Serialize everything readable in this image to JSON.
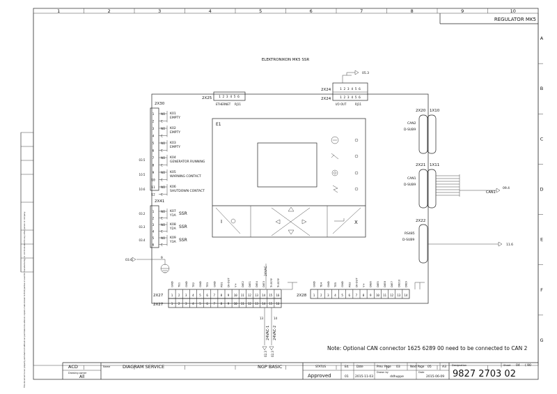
{
  "frame": {
    "columns": [
      "1",
      "2",
      "3",
      "4",
      "5",
      "6",
      "7",
      "8",
      "9",
      "10"
    ],
    "rows": [
      "A",
      "B",
      "C",
      "D",
      "E",
      "F",
      "G"
    ],
    "header_title": "REGULATOR MK5"
  },
  "diagram": {
    "title": "ELEKTRONIKON MK5 SSR",
    "module_label": "E1",
    "ethernet": {
      "label": "2X25",
      "pins": "1 2 3 4 5 6",
      "caption": "ETHERNET",
      "rj": "RJ11"
    },
    "io_out": {
      "label_top": "2X24",
      "label": "2X24",
      "pins": "1 2 3 4 5 6",
      "caption": "I/O OUT",
      "rj": "RJ11",
      "ref": "05.3"
    },
    "x30": {
      "label": "2X30",
      "relays": [
        {
          "pins": [
            "1",
            "2"
          ],
          "no": "NO",
          "c": "C",
          "name": "K01",
          "desc": "EMPTY",
          "ref": ""
        },
        {
          "pins": [
            "3",
            "4"
          ],
          "no": "NO",
          "c": "C",
          "name": "K02",
          "desc": "EMPTY",
          "ref": ""
        },
        {
          "pins": [
            "5",
            "6"
          ],
          "no": "NO",
          "c": "C",
          "name": "K03",
          "desc": "EMPTY",
          "ref": ""
        },
        {
          "pins": [
            "7",
            "8"
          ],
          "no": "NO",
          "c": "C",
          "name": "K04",
          "desc": "GENERATOR RUNNING",
          "ref": "03.5"
        },
        {
          "pins": [
            "9",
            "10"
          ],
          "no": "NO",
          "c": "C",
          "name": "K05",
          "desc": "WARNING CONTACT",
          "ref": "10.5"
        },
        {
          "pins": [
            "11",
            "12"
          ],
          "no": "NO",
          "c": "C",
          "name": "K06",
          "desc": "SHUTDOWN CONTACT",
          "ref": "10.6"
        }
      ]
    },
    "x41": {
      "label": "2X41",
      "relays": [
        {
          "pins": [
            "1",
            "2"
          ],
          "no": "NO",
          "c": "C",
          "name": "K07",
          "desc": "Y1A",
          "ssr": "SSR",
          "ref": "03.2"
        },
        {
          "pins": [
            "3",
            "4"
          ],
          "no": "NO",
          "c": "C",
          "name": "K08",
          "desc": "Y2A",
          "ssr": "SSR",
          "ref": "03.3"
        },
        {
          "pins": [
            "5",
            "6"
          ],
          "no": "NO",
          "c": "C",
          "name": "K09",
          "desc": "Y3A",
          "ssr": "SSR",
          "ref": "03.4"
        }
      ],
      "ground_pin": "9",
      "ground_ref": "03.6"
    },
    "x20": {
      "label": "2X20",
      "conn": "1X10",
      "line1": "CAN2",
      "line2": "D-SUB9"
    },
    "x21": {
      "label": "2X21",
      "conn": "1X11",
      "line1": "CAN1",
      "line2": "D-SUB9",
      "net": "CAN1",
      "ref": "09.4"
    },
    "x22": {
      "label": "2X22",
      "line1": "RS485",
      "line2": "D-SUB9",
      "ref": "11.6"
    },
    "x27": {
      "label": "2X27",
      "label2": "2X27",
      "signals": [
        "GND",
        "TE1",
        "GND",
        "TE2",
        "GND",
        "TE3",
        "GND",
        "PD1",
        "DI-OUT",
        "V+",
        "DIE2",
        "DIE1",
        "DIE4",
        "DIE3",
        "Supply",
        "Supply"
      ],
      "pins": [
        "1",
        "2",
        "3",
        "4",
        "5",
        "6",
        "7",
        "8",
        "9",
        "10",
        "11",
        "12",
        "13",
        "14",
        "15",
        "16"
      ],
      "supply_caption": "24VAC",
      "wire15": "13",
      "wire16": "14",
      "net15": "24VAC-1",
      "net16": "24VAC-2",
      "ref15": "02.3",
      "ref16": "02.3"
    },
    "x28": {
      "label": "2X28",
      "signals": [
        "GND",
        "TE4",
        "GND",
        "TE5",
        "GND",
        "PD2",
        "DI-OUT",
        "V+",
        "DIE6",
        "DIE5",
        "DIE8",
        "DIE7",
        "DIE10",
        "DIE9"
      ],
      "pins": [
        "1",
        "2",
        "3",
        "4",
        "5",
        "6",
        "7",
        "8",
        "9",
        "10",
        "11",
        "12",
        "13",
        "14"
      ]
    },
    "note": "Note: Optional CAN connector 1625 6289 00 need to be connected to CAN 2"
  },
  "title_block": {
    "acd": "ACD",
    "drawing_owner_label": "Drawing owner",
    "drawing_owner": "All",
    "name_label": "Name",
    "name": "DIAGRAM SERVICE",
    "product": "NGP BASIC",
    "status_label": "STATUS",
    "status": "Approved",
    "ed_label": "Ed.",
    "ed": "01",
    "date_label": "Date",
    "date": "2015-11-03",
    "prev_page_label": "Prev. Page",
    "prev_page": "03",
    "next_page_label": "Next Page",
    "next_page": "05",
    "size": "A3",
    "drawn_by_label": "Drawn by",
    "drawn_by": "ddhuppe",
    "date2_label": "Date",
    "date2": "2015-06-09",
    "designation_label": "Designation",
    "designation": "9827 2703 02",
    "sheet_label": "Sheet",
    "sheet": "04",
    "sheet_total": "( 90",
    "disclaimer": "This document is our property and shall not without our permission be altered, copied, made known to third parties or used for manufacturing, or communicated to any other person or company."
  }
}
